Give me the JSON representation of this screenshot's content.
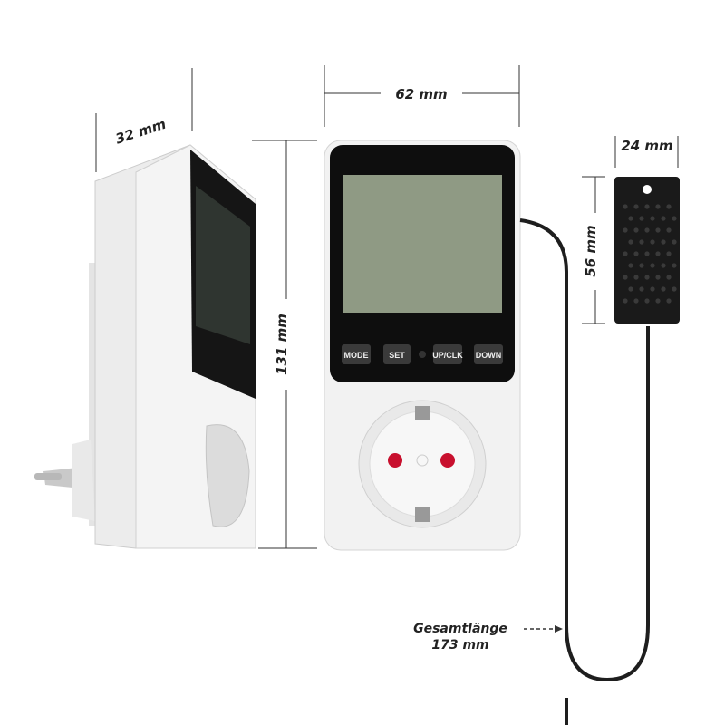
{
  "dimensions": {
    "depth": "32 mm",
    "width": "62 mm",
    "height": "131 mm",
    "sensor_width": "24 mm",
    "sensor_height": "56 mm"
  },
  "cable": {
    "label": "Gesamtlänge",
    "length": "173 mm"
  },
  "buttons": [
    "MODE",
    "SET",
    "UP/CLK",
    "DOWN"
  ],
  "colors": {
    "housing": "#f0f0f0",
    "bezel": "#111111",
    "lcd": "#8f9a84",
    "indicator": "#c8102e",
    "cable": "#1e1e1e"
  }
}
